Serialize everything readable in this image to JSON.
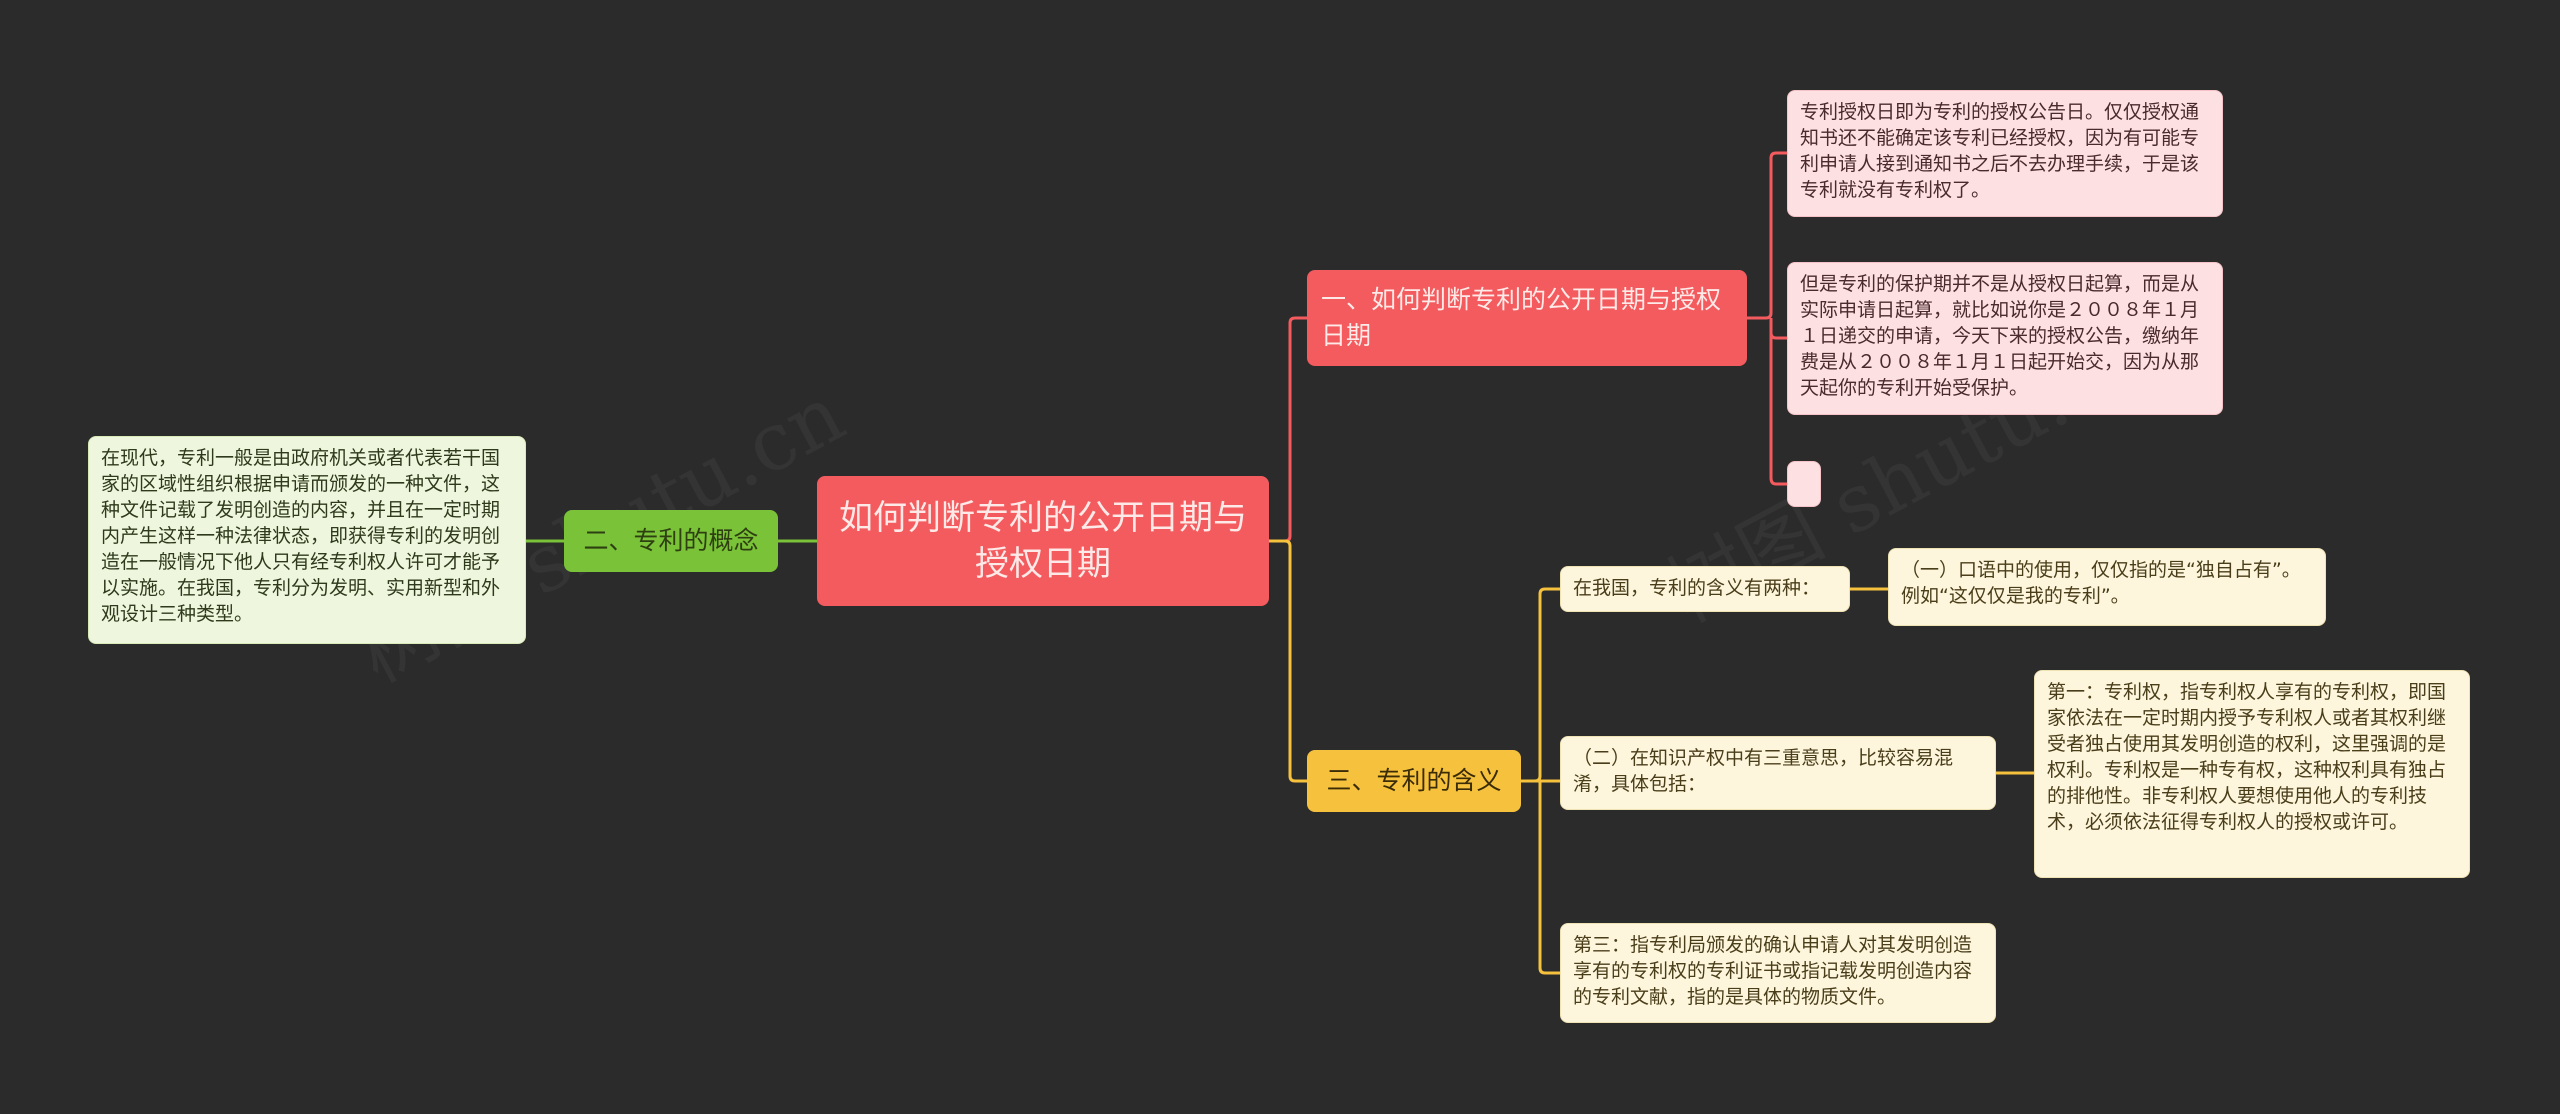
{
  "mindmap": {
    "root": {
      "text": "如何判断专利的公开日期与授权日期"
    },
    "branches": [
      {
        "id": "b1",
        "text": "一、如何判断专利的公开日期与授权日期",
        "leaves": [
          "专利授权日即为专利的授权公告日。仅仅授权通知书还不能确定该专利已经授权，因为有可能专利申请人接到通知书之后不去办理手续，于是该专利就没有专利权了。",
          "但是专利的保护期并不是从授权日起算，而是从实际申请日起算，就比如说你是２００８年１月１日递交的申请，今天下来的授权公告，缴纳年费是从２００８年１月１日起开始交，因为从那天起你的专利开始受保护。",
          ""
        ]
      },
      {
        "id": "b2",
        "text": "二、专利的概念",
        "leaves": [
          "在现代，专利一般是由政府机关或者代表若干国家的区域性组织根据申请而颁发的一种文件，这种文件记载了发明创造的内容，并且在一定时期内产生这样一种法律状态，即获得专利的发明创造在一般情况下他人只有经专利权人许可才能予以实施。在我国，专利分为发明、实用新型和外观设计三种类型。"
        ]
      },
      {
        "id": "b3",
        "text": "三、专利的含义",
        "leaves": [
          {
            "text": "在我国，专利的含义有两种：",
            "children": [
              "（一）口语中的使用，仅仅指的是“独自占有”。例如“这仅仅是我的专利”。"
            ]
          },
          {
            "text": "（二）在知识产权中有三重意思，比较容易混淆，具体包括：",
            "children": [
              "第一：专利权，指专利权人享有的专利权，即国家依法在一定时期内授予专利权人或者其权利继受者独占使用其发明创造的权利，这里强调的是权利。专利权是一种专有权，这种权利具有独占的排他性。非专利权人要想使用他人的专利技术，必须依法征得专利权人的授权或许可。"
            ]
          },
          {
            "text": "第三：指专利局颁发的确认申请人对其发明创造享有的专利权的专利证书或指记载发明创造内容的专利文献，指的是具体的物质文件。",
            "children": []
          }
        ]
      }
    ]
  },
  "colors": {
    "background": "#2b2b2b",
    "red": "#f35b5e",
    "green": "#7ac238",
    "yellow": "#f6c23e",
    "pink_leaf": "#fce0e2",
    "green_leaf": "#eef6dd",
    "cream_leaf": "#fdf6dc"
  }
}
